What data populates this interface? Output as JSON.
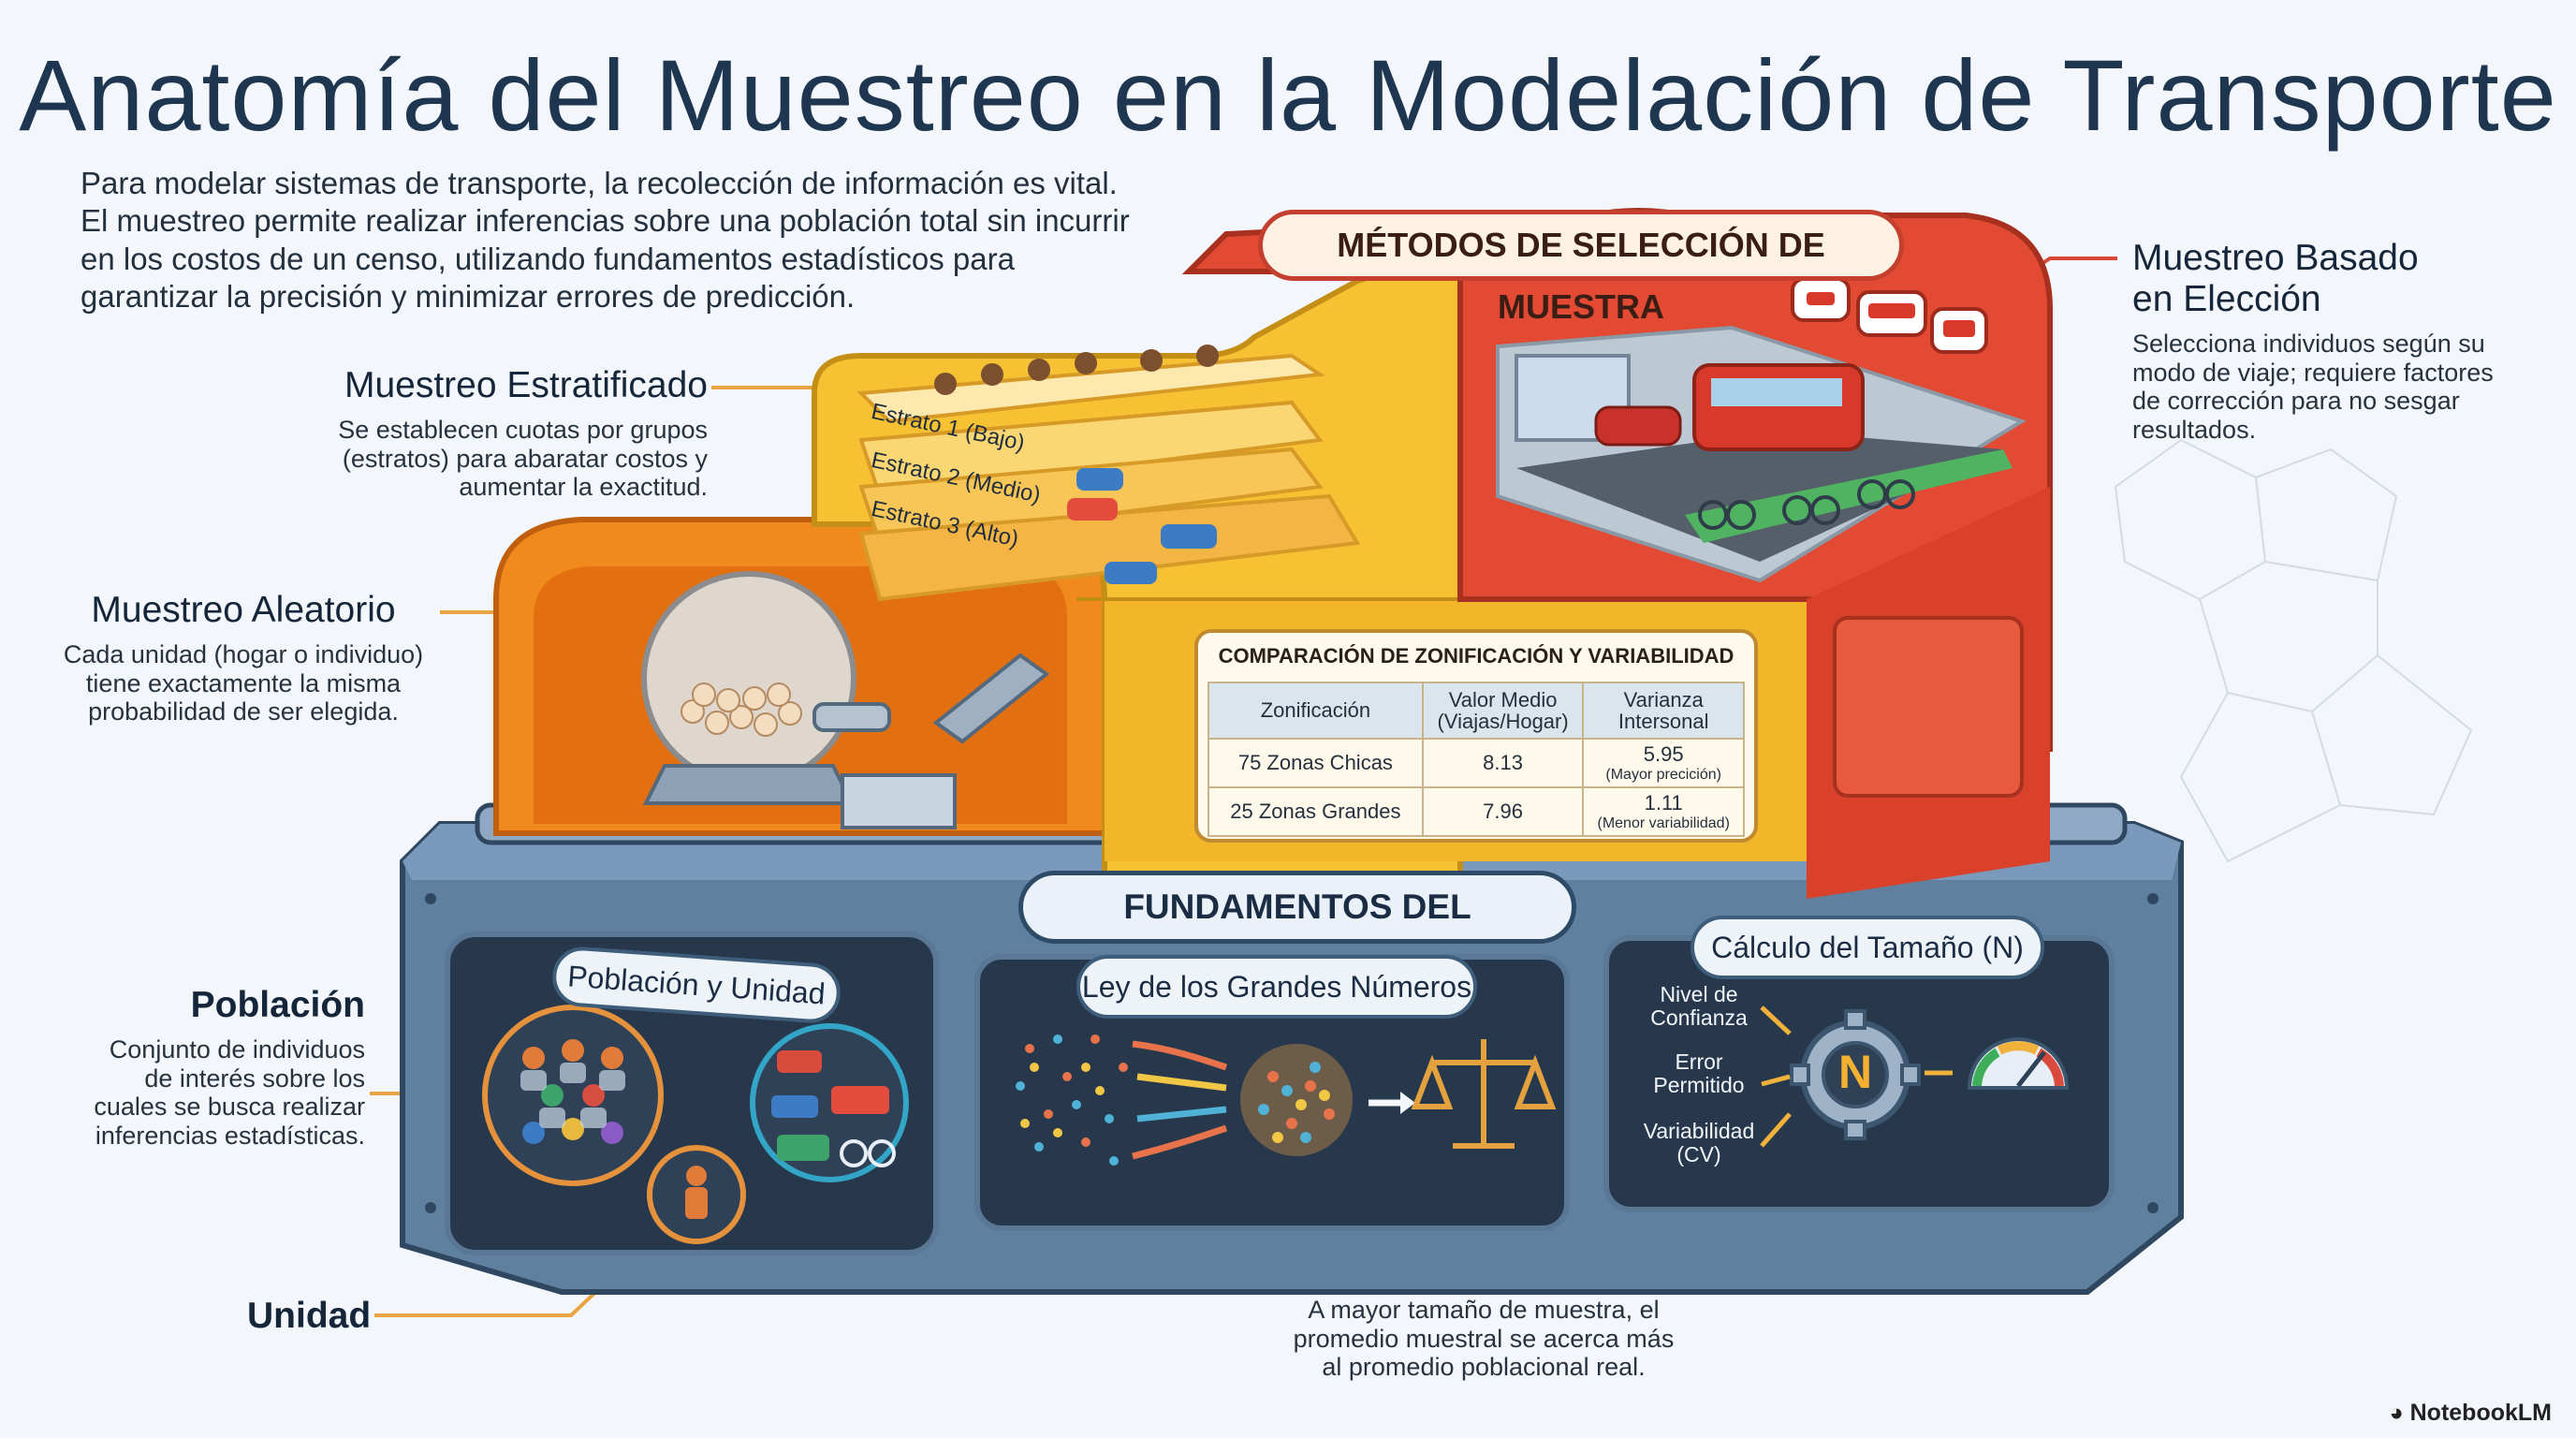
{
  "title": "Anatomía del Muestreo en la Modelación de Transporte",
  "intro": {
    "lines": [
      "Para modelar sistemas de transporte, la recolección de información es vital.",
      "El muestreo permite realizar inferencias sobre una población total sin incurrir",
      "en los costos de un censo, utilizando fundamentos estadísticos para",
      "garantizar la precisión y minimizar errores de predicción."
    ]
  },
  "upper_banner": "MÉTODOS DE SELECCIÓN DE MUESTRA",
  "lower_banner": "FUNDAMENTOS DEL MUESTREO",
  "annotations": {
    "stratified": {
      "title": "Muestreo Estratificado",
      "lines": [
        "Se establecen cuotas por grupos",
        "(estratos) para abaratar costos y",
        "aumentar la exactitud."
      ]
    },
    "random": {
      "title": "Muestreo Aleatorio",
      "lines": [
        "Cada unidad (hogar o individuo)",
        "tiene exactamente la misma",
        "probabilidad de ser elegida."
      ]
    },
    "choice": {
      "title_lines": [
        "Muestreo Basado",
        "en Elección"
      ],
      "lines": [
        "Selecciona individuos según su",
        "modo de viaje; requiere factores",
        "de corrección para no sesgar",
        "resultados."
      ]
    },
    "population": {
      "title": "Población",
      "lines": [
        "Conjunto de individuos",
        "de interés sobre los",
        "cuales se busca realizar",
        "inferencias estadísticas."
      ]
    },
    "unit": {
      "title": "Unidad"
    },
    "large_numbers": {
      "lines": [
        "A mayor tamaño de muestra, el",
        "promedio muestral se acerca más",
        "al promedio poblacional real."
      ]
    }
  },
  "strata": [
    "Estrato 1 (Bajo)",
    "Estrato 2 (Medio)",
    "Estrato 3 (Alto)"
  ],
  "comparison_table": {
    "title": "COMPARACIÓN DE ZONIFICACIÓN Y VARIABILIDAD",
    "headers": [
      "Zonificación",
      "Valor Medio\n(Viajas/Hogar)",
      "Varianza\nIntersonal"
    ],
    "rows": [
      {
        "zone": "75 Zonas Chicas",
        "mean": "8.13",
        "variance": "5.95",
        "note": "(Mayor precición)"
      },
      {
        "zone": "25 Zonas Grandes",
        "mean": "7.96",
        "variance": "1.11",
        "note": "(Menor variabilidad)"
      }
    ]
  },
  "panels": {
    "population_unit": "Población y Unidad",
    "large_numbers": "Ley de los Grandes Números",
    "size_calc": "Cálculo del Tamaño (N)"
  },
  "size_factors": [
    "Nivel de\nConfianza",
    "Error\nPermitido",
    "Variabilidad\n(CV)"
  ],
  "gear_letter": "N",
  "brand": "NotebookLM",
  "colors": {
    "orange": "#f08a1c",
    "yellow": "#f6c233",
    "red": "#e24a33",
    "steel": "#5f7fa0",
    "dark_panel": "#27384c"
  }
}
